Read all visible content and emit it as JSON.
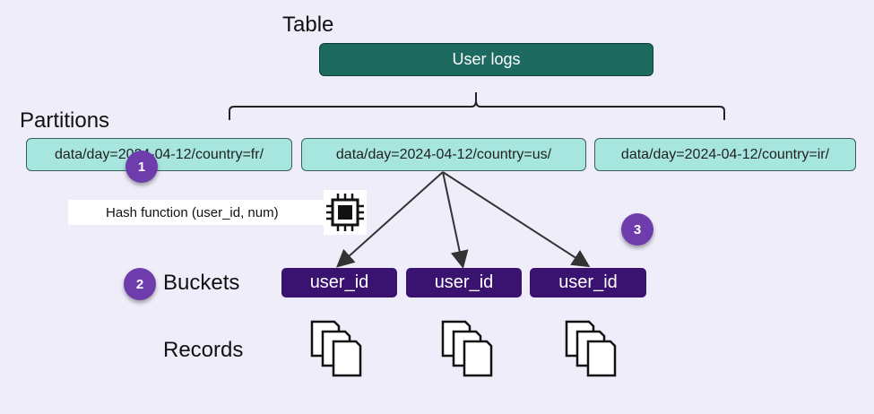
{
  "table": {
    "heading": "Table",
    "name": "User logs"
  },
  "partitions": {
    "heading": "Partitions",
    "items": [
      "data/day=2024-04-12/country=fr/",
      "data/day=2024-04-12/country=us/",
      "data/day=2024-04-12/country=ir/"
    ]
  },
  "hash": {
    "label": "Hash function (user_id, num)",
    "icon": "chip-icon"
  },
  "buckets": {
    "heading": "Buckets",
    "items": [
      "user_id",
      "user_id",
      "user_id"
    ]
  },
  "records": {
    "heading": "Records"
  },
  "badges": [
    "1",
    "2",
    "3"
  ],
  "colors": {
    "background": "#efedfa",
    "table": "#1d6a60",
    "partition": "#a7e6df",
    "bucket": "#3a1370",
    "badge": "#6f3cac"
  }
}
